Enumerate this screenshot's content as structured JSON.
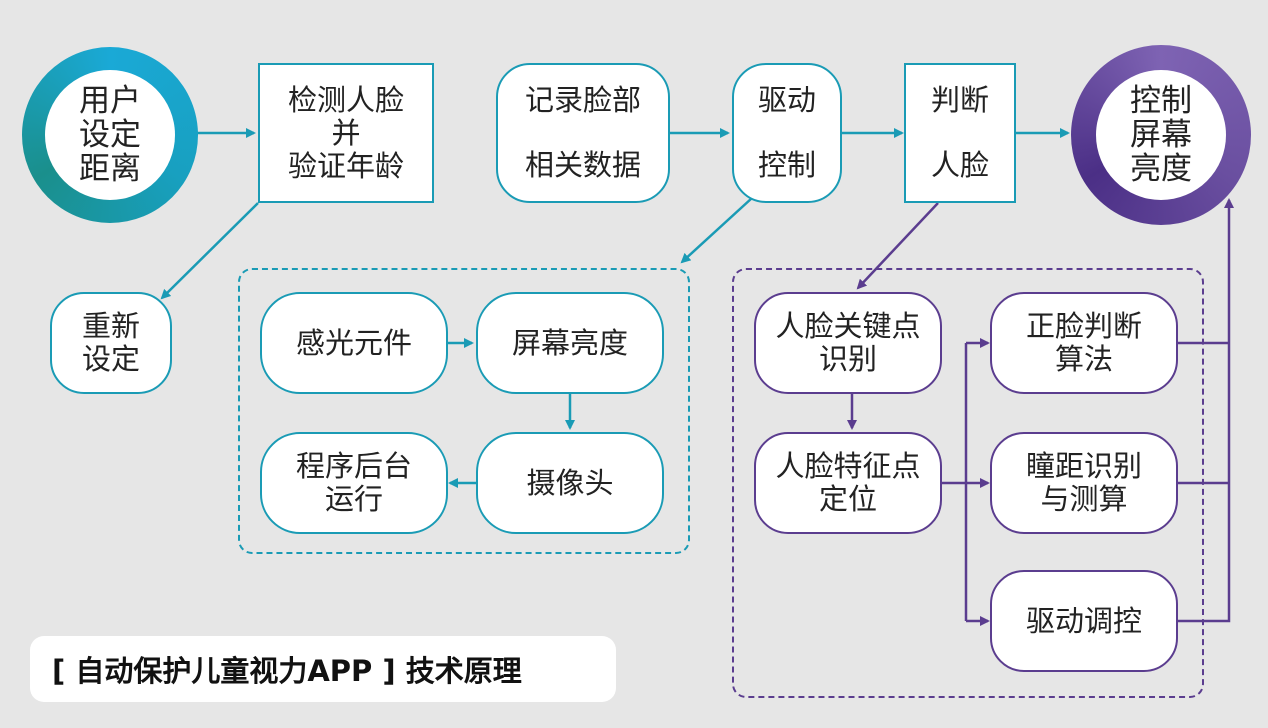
{
  "title": "[ 自动保护儿童视力APP ] 技术原理",
  "colors": {
    "teal": "#1a9bb5",
    "purple": "#5b3d8f",
    "background": "#e6e6e6"
  },
  "nodes": {
    "user_set_distance": [
      "用户",
      "设定",
      "距离"
    ],
    "detect_face": [
      "检测人脸",
      "并",
      "验证年龄"
    ],
    "record_face": [
      "记录脸部",
      "相关数据"
    ],
    "drive_control": [
      "驱动",
      "控制"
    ],
    "judge_face": [
      "判断",
      "人脸"
    ],
    "control_brightness": [
      "控制",
      "屏幕",
      "亮度"
    ],
    "reset": [
      "重新",
      "设定"
    ],
    "light_sensor": [
      "感光元件"
    ],
    "screen_brightness": [
      "屏幕亮度"
    ],
    "background_run": [
      "程序后台",
      "运行"
    ],
    "camera": [
      "摄像头"
    ],
    "keypoint_recognition": [
      "人脸关键点",
      "识别"
    ],
    "feature_location": [
      "人脸特征点",
      "定位"
    ],
    "frontal_judge": [
      "正脸判断",
      "算法"
    ],
    "pupil_distance": [
      "瞳距识别",
      "与测算"
    ],
    "drive_adjust": [
      "驱动调控"
    ]
  }
}
